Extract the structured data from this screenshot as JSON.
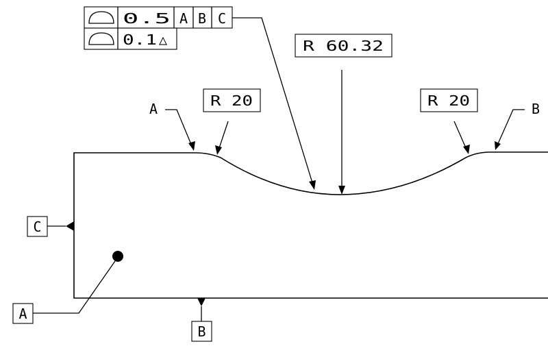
{
  "fcf": {
    "row1": {
      "symbol": "profile-of-surface",
      "tolerance": "0.5",
      "datum_1": "A",
      "datum_2": "B",
      "datum_3": "C"
    },
    "row2": {
      "symbol": "profile-of-surface",
      "tolerance": "0.1",
      "modifier": "△"
    }
  },
  "dimensions": {
    "center_radius": "R 60.32",
    "left_radius": "R 20",
    "right_radius": "R 20"
  },
  "points": {
    "left": "A",
    "right": "B"
  },
  "datums": {
    "left": "C",
    "bottom": "B",
    "target": "A"
  }
}
